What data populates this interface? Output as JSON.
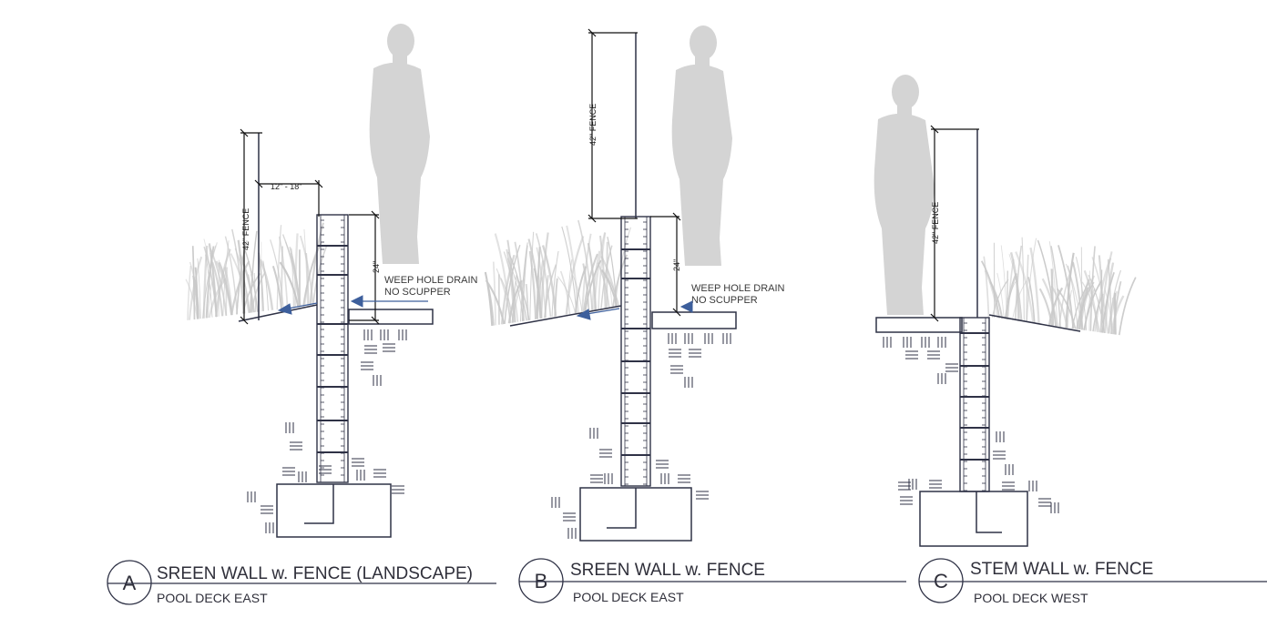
{
  "details": [
    {
      "letter": "A",
      "title": "SREEN WALL w. FENCE (LANDSCAPE)",
      "subtitle": "POOL DECK EAST",
      "fence_label": "42\" FENCE",
      "offset_label": "12\" - 18\"",
      "height_label": "24\"",
      "note_line1": "WEEP HOLE DRAIN",
      "note_line2": "NO SCUPPER"
    },
    {
      "letter": "B",
      "title": "SREEN WALL w. FENCE",
      "subtitle": "POOL DECK EAST",
      "fence_label": "42\" FENCE",
      "height_label": "24\"",
      "note_line1": "WEEP HOLE DRAIN",
      "note_line2": "NO SCUPPER"
    },
    {
      "letter": "C",
      "title": "STEM WALL w. FENCE",
      "subtitle": "POOL DECK WEST",
      "fence_label": "42\" FENCE"
    }
  ],
  "colors": {
    "line": "#2f3246",
    "silhouette": "#d4d4d4",
    "grass": "#c9c9c9",
    "arrow": "#3d5f9c"
  },
  "icons": [
    "person-silhouette-icon",
    "grass-icon",
    "drain-arrow-icon"
  ]
}
